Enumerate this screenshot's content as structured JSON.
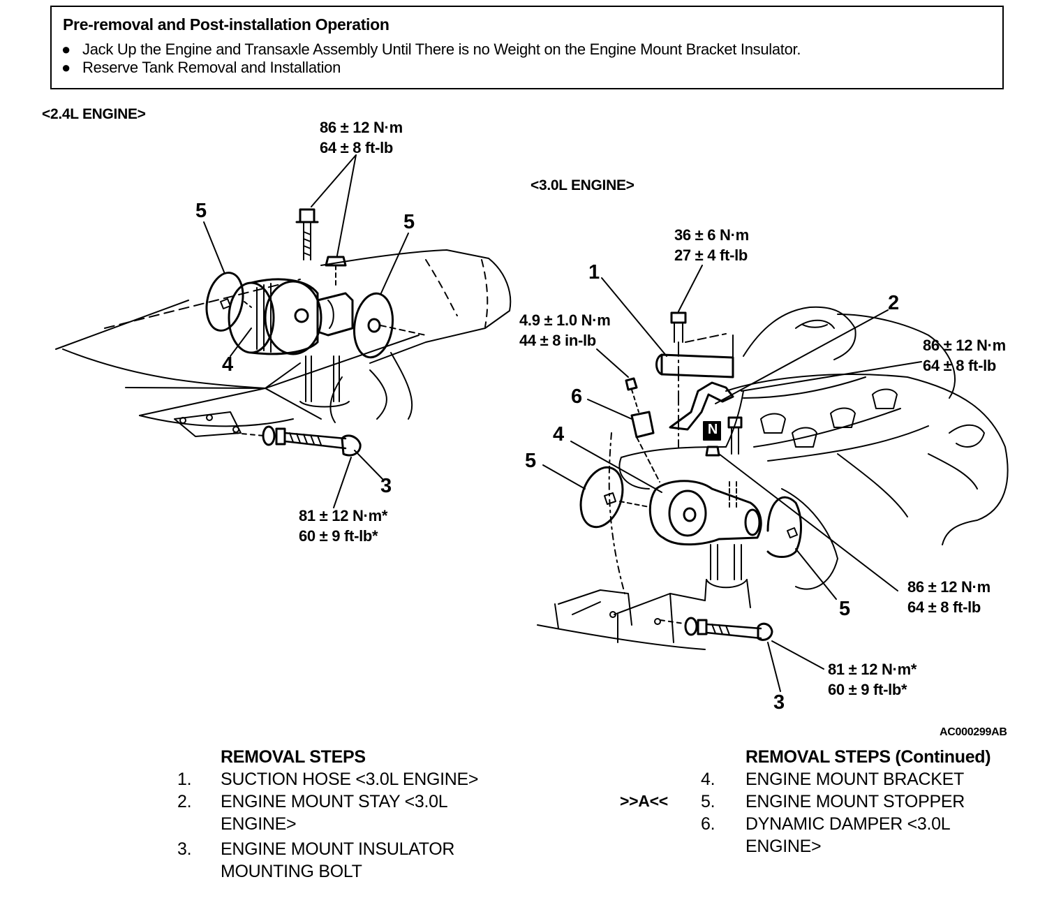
{
  "prereq": {
    "title": "Pre-removal and Post-installation Operation",
    "bullet_symbol": "●",
    "items": [
      "Jack Up the Engine and Transaxle Assembly Until There is no Weight on the Engine Mount Bracket Insulator.",
      "Reserve Tank Removal and Installation"
    ]
  },
  "diagram": {
    "engine_24": "<2.4L ENGINE>",
    "engine_30": "<3.0L ENGINE>",
    "torques": {
      "t24_top": [
        "86 ± 12 N·m",
        "64 ± 8 ft-lb"
      ],
      "t24_bolt": [
        "81 ± 12 N·m*",
        "60 ± 9 ft-lb*"
      ],
      "t30_top": [
        "36 ± 6 N·m",
        "27 ± 4 ft-lb"
      ],
      "t30_damper": [
        "4.9 ± 1.0 N·m",
        "44 ± 8 in-lb"
      ],
      "t30_upper_right": [
        "86 ± 12 N·m",
        "64 ± 8 ft-lb"
      ],
      "t30_lower_right": [
        "86 ± 12 N·m",
        "64 ± 8 ft-lb"
      ],
      "t30_bolt": [
        "81 ± 12 N·m*",
        "60 ± 9 ft-lb*"
      ]
    },
    "callouts": {
      "c24_5l": "5",
      "c24_5r": "5",
      "c24_4": "4",
      "c24_3": "3",
      "c30_1": "1",
      "c30_2": "2",
      "c30_6": "6",
      "c30_4": "4",
      "c30_5l": "5",
      "c30_5r": "5",
      "c30_3": "3"
    },
    "n_badge": "N",
    "code": "AC000299AB"
  },
  "steps": {
    "left": {
      "header": "REMOVAL STEPS",
      "items": [
        {
          "num": "1.",
          "lines": [
            "SUCTION HOSE <3.0L ENGINE>"
          ]
        },
        {
          "num": "2.",
          "lines": [
            "ENGINE MOUNT STAY <3.0L",
            "ENGINE>"
          ]
        },
        {
          "num": "3.",
          "lines": [
            "ENGINE MOUNT INSULATOR",
            "MOUNTING BOLT"
          ]
        }
      ]
    },
    "right": {
      "header": "REMOVAL STEPS (Continued)",
      "marker": ">>A<<",
      "items": [
        {
          "num": "4.",
          "lines": [
            "ENGINE MOUNT BRACKET"
          ]
        },
        {
          "num": "5.",
          "lines": [
            "ENGINE MOUNT STOPPER"
          ]
        },
        {
          "num": "6.",
          "lines": [
            "DYNAMIC DAMPER <3.0L",
            "ENGINE>"
          ]
        }
      ]
    }
  }
}
